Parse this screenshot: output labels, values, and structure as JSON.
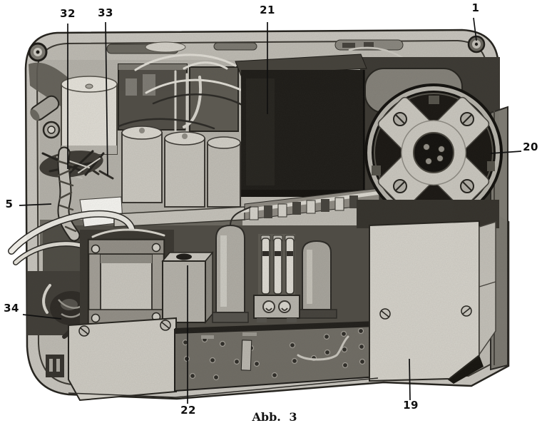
{
  "figure": {
    "caption": "Abb. 3",
    "callouts": {
      "n1": "1",
      "n5": "5",
      "n19": "19",
      "n20": "20",
      "n21": "21",
      "n22": "22",
      "n32": "32",
      "n33": "33",
      "n34": "34"
    }
  }
}
